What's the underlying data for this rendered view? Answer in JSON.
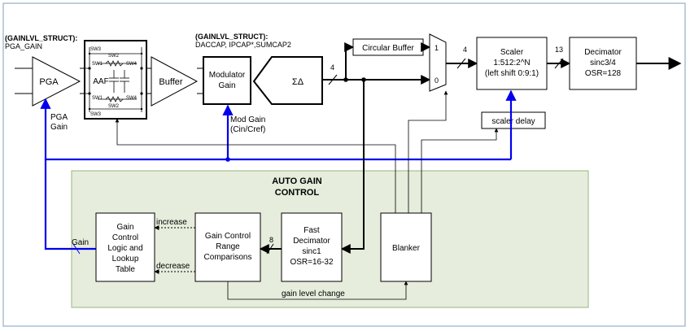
{
  "pga_struct": {
    "line1": "(GAINLVL_STRUCT):",
    "line2": "PGA_GAIN"
  },
  "mod_struct": {
    "line1": "(GAINLVL_STRUCT):",
    "line2": "DACCAP, IPCAP*,SUMCAP2"
  },
  "pga": {
    "label": "PGA",
    "gain_line1": "PGA",
    "gain_line2": "Gain"
  },
  "aaf": {
    "label": "AAF",
    "switches": [
      "SW3",
      "SW2",
      "SW1",
      "SW4",
      "SW1",
      "SW4",
      "SW2",
      "SW3"
    ]
  },
  "buffer": {
    "label": "Buffer"
  },
  "modulator": {
    "line1": "Modulator",
    "line2": "Gain",
    "modgain_line1": "Mod Gain",
    "modgain_line2": "(Cin/Cref)"
  },
  "sigma_delta": {
    "label": "ΣΔ"
  },
  "bus_width_mod": "4",
  "circular_buffer": {
    "label": "Circular Buffer"
  },
  "mux": {
    "in1": "1",
    "in0": "0"
  },
  "bus_width_mux": "4",
  "scaler": {
    "line1": "Scaler",
    "line2": "1:512:2^N",
    "line3": "(left shift 0:9:1)"
  },
  "bus_width_scaler": "13",
  "decimator": {
    "line1": "Decimator",
    "line2": "sinc3/4",
    "line3": "OSR=128"
  },
  "scaler_delay": {
    "label": "scaler delay"
  },
  "agc": {
    "title_line1": "AUTO GAIN",
    "title_line2": "CONTROL",
    "gain_logic": {
      "line1": "Gain",
      "line2": "Control",
      "line3": "Logic and",
      "line4": "Lookup",
      "line5": "Table"
    },
    "range_comp": {
      "line1": "Gain Control",
      "line2": "Range",
      "line3": "Comparisons"
    },
    "fast_dec": {
      "line1": "Fast",
      "line2": "Decimator",
      "line3": "sinc1",
      "line4": "OSR=16-32"
    },
    "blanker": {
      "label": "Blanker"
    },
    "increase": "increase",
    "decrease": "decrease",
    "gain_label": "Gain",
    "bus_width_fast": "8",
    "gain_level_change": "gain level change"
  },
  "colors": {
    "agc_fill": "#e6eddc",
    "agc_border": "#9ab57e",
    "frame": "#7f9db9",
    "control_line": "#0000ee"
  }
}
